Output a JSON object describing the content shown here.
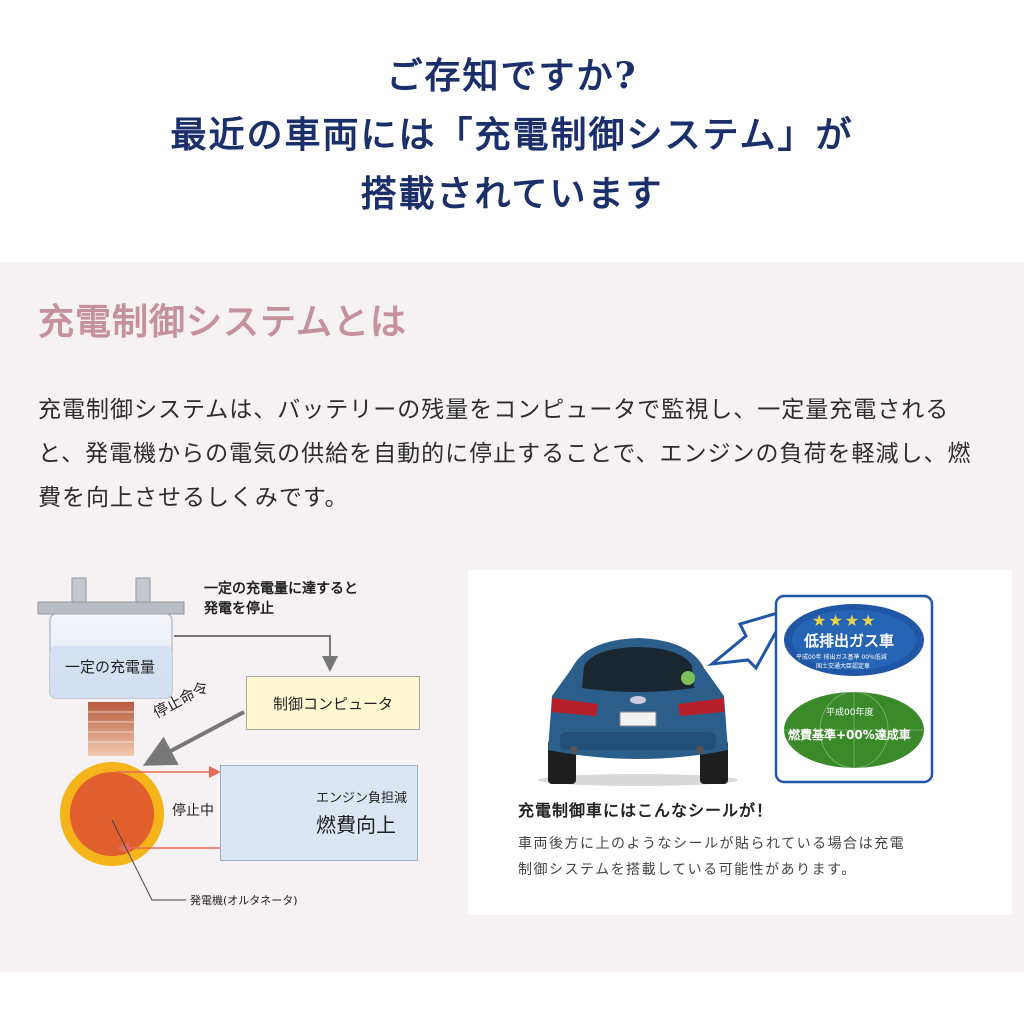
{
  "hero": {
    "line1": "ご存知ですか?",
    "line2": "最近の車両には「充電制御システム」が",
    "line3": "搭載されています"
  },
  "section": {
    "title": "充電制御システムとは",
    "body": [
      "充電制御システムは、バッテリーの残量をコンピュータで監視し、一定量充電される",
      "と、発電機からの電気の供給を自動的に停止することで、エンジンの負荷を軽減し、燃",
      "費を向上させるしくみです。"
    ]
  },
  "diagram": {
    "note_line1": "一定の充電量に達すると",
    "note_line2": "発電を停止",
    "battery_label": "一定の充電量",
    "control_computer": "制御コンピュータ",
    "stop_command": "停止命令",
    "stopping": "停止中",
    "engine_load": "エンジン負担減",
    "fuel_improve": "燃費向上",
    "generator_label": "発電機(オルタネータ)"
  },
  "card": {
    "title": "充電制御車にはこんなシールが！",
    "text_line1": "車両後方に上のようなシールが貼られている場合は充電",
    "text_line2": "制御システムを搭載している可能性があります。",
    "sticker1_stars": "★★★★",
    "sticker1_title": "低排出ガス車",
    "sticker1_sub1": "平成00年 排出ガス基準 00%低減",
    "sticker1_sub2": "国土交通大臣認定車",
    "sticker2_year": "平成00年度",
    "sticker2_title": "燃費基準+00%達成車"
  },
  "colors": {
    "hero_text": "#1b2f6b",
    "section_title": "#c4919c",
    "panel_bg": "#f6f1f2",
    "generator_orange": "#e05f2c",
    "generator_ring": "#f4b41a",
    "car_blue": "#2c5e8c",
    "sticker_blue": "#1f56a6",
    "sticker_green": "#3b8a2a"
  }
}
